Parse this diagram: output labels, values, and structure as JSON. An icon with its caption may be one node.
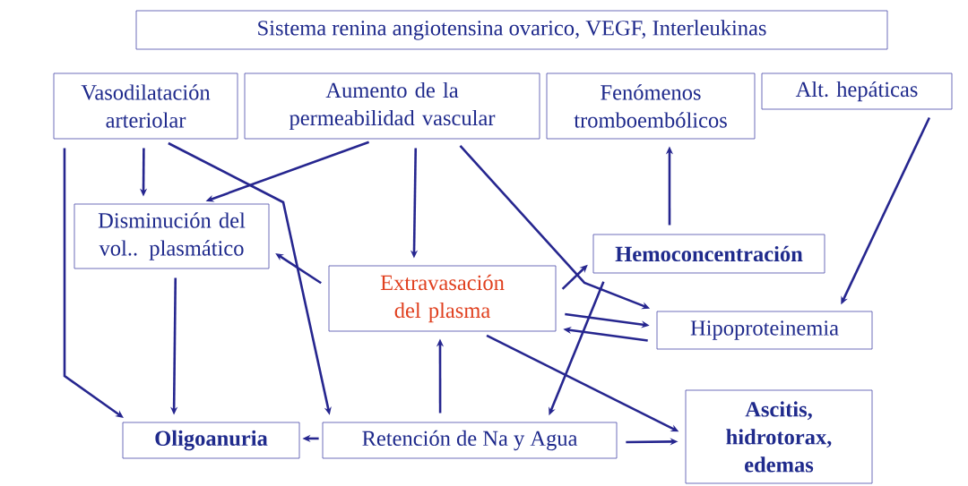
{
  "diagram": {
    "nodes": [
      {
        "text": [
          "Sistema renina angiotensina ovarico, VEGF, Interleukinas"
        ]
      },
      {
        "text": [
          "Vasodilatación arteriolar"
        ]
      },
      {
        "text": [
          "Aumento de la permeabilidad vascular"
        ]
      },
      {
        "text": [
          "Fenómenos tromboembólicos"
        ]
      },
      {
        "text": [
          "Alt. hepáticas"
        ]
      },
      {
        "text": [
          "Disminución del vol.. plasmático"
        ]
      },
      {
        "text": [
          "Hemoconcentración"
        ]
      },
      {
        "text": [
          "Extravasación del plasma"
        ]
      },
      {
        "text": [
          "Hipoproteinemia"
        ]
      },
      {
        "text": [
          "Oligoanuria"
        ]
      },
      {
        "text": [
          "Retención de Na y Agua"
        ]
      },
      {
        "text": [
          "Ascitis, hidrotorax, edemas"
        ]
      }
    ],
    "edges": [
      {
        "from": 1,
        "to": 5,
        "arrow": "to"
      },
      {
        "from": 1,
        "to": 9,
        "arrow": "to"
      },
      {
        "from": 1,
        "to": 10,
        "arrow": "to"
      },
      {
        "from": 2,
        "to": 5,
        "arrow": "to"
      },
      {
        "from": 2,
        "to": 7,
        "arrow": "to"
      },
      {
        "from": 2,
        "to": 8,
        "arrow": "to"
      },
      {
        "from": 7,
        "to": 5,
        "arrow": "to"
      },
      {
        "from": 5,
        "to": 9,
        "arrow": "to"
      },
      {
        "from": 7,
        "to": 6,
        "arrow": "to"
      },
      {
        "from": 6,
        "to": 3,
        "arrow": "to"
      },
      {
        "from": 6,
        "to": 10,
        "arrow": "to"
      },
      {
        "from": 4,
        "to": 8,
        "arrow": "to"
      },
      {
        "from": 7,
        "to": 8,
        "arrow": "to"
      },
      {
        "from": 8,
        "to": 7,
        "arrow": "to"
      },
      {
        "from": 10,
        "to": 9,
        "arrow": "to"
      },
      {
        "from": 10,
        "to": 7,
        "arrow": "to"
      },
      {
        "from": 7,
        "to": 11,
        "arrow": "to"
      },
      {
        "from": 10,
        "to": 11,
        "arrow": "to"
      }
    ]
  }
}
